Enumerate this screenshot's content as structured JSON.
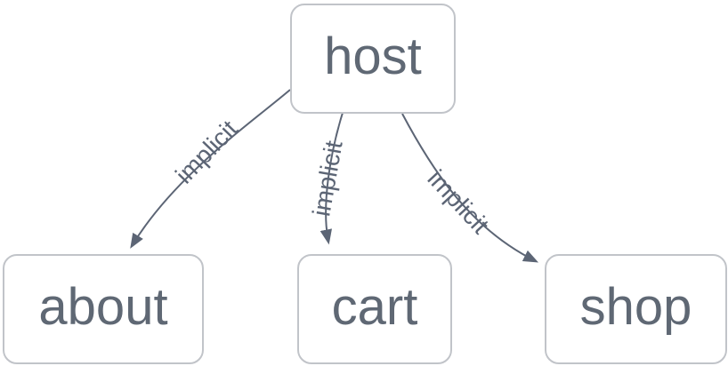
{
  "diagram": {
    "type": "dependency-graph",
    "background": "#ffffff",
    "nodes": [
      {
        "id": "host",
        "label": "host"
      },
      {
        "id": "about",
        "label": "about"
      },
      {
        "id": "cart",
        "label": "cart"
      },
      {
        "id": "shop",
        "label": "shop"
      }
    ],
    "edges": [
      {
        "from": "host",
        "to": "about",
        "label": "implicit"
      },
      {
        "from": "host",
        "to": "cart",
        "label": "implicit"
      },
      {
        "from": "host",
        "to": "shop",
        "label": "implicit"
      }
    ],
    "colors": {
      "background": "#ffffff",
      "node_fill": "#ffffff",
      "node_border": "#c1c4c9",
      "node_text": "#5f6874",
      "edge_line": "#5c6575",
      "edge_label": "#5c6575"
    }
  }
}
